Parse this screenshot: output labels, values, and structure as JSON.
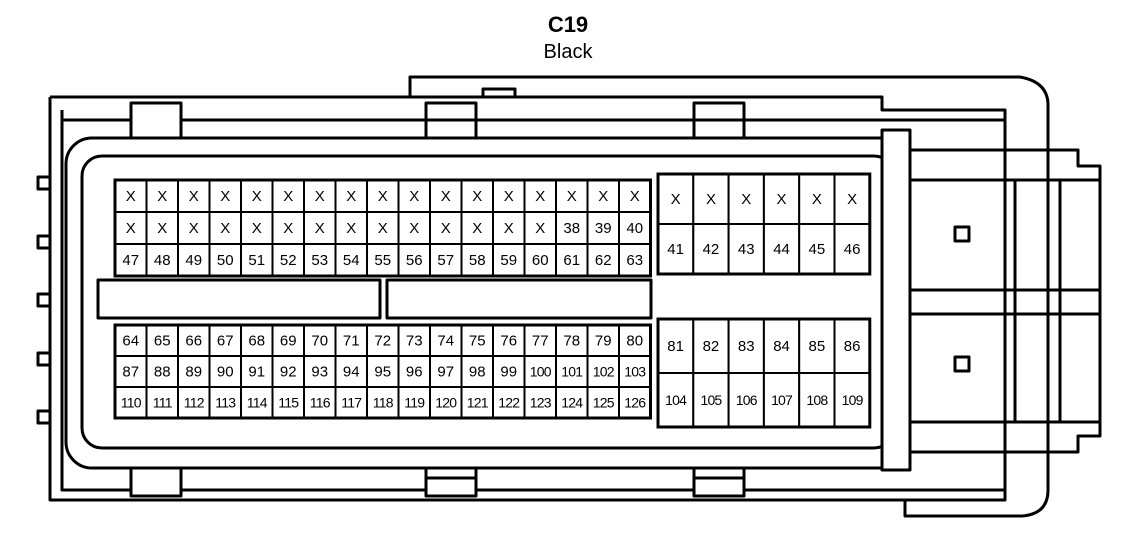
{
  "connector": {
    "title": "C19",
    "subtitle": "Black"
  },
  "blocks": {
    "upper_left": [
      [
        "X",
        "X",
        "X",
        "X",
        "X",
        "X",
        "X",
        "X",
        "X",
        "X",
        "X",
        "X",
        "X",
        "X",
        "X",
        "X",
        "X"
      ],
      [
        "X",
        "X",
        "X",
        "X",
        "X",
        "X",
        "X",
        "X",
        "X",
        "X",
        "X",
        "X",
        "X",
        "X",
        "38",
        "39",
        "40"
      ],
      [
        "47",
        "48",
        "49",
        "50",
        "51",
        "52",
        "53",
        "54",
        "55",
        "56",
        "57",
        "58",
        "59",
        "60",
        "61",
        "62",
        "63"
      ]
    ],
    "upper_right": [
      [
        "X",
        "X",
        "X",
        "X",
        "X",
        "X"
      ],
      [
        "41",
        "42",
        "43",
        "44",
        "45",
        "46"
      ]
    ],
    "lower_left": [
      [
        "64",
        "65",
        "66",
        "67",
        "68",
        "69",
        "70",
        "71",
        "72",
        "73",
        "74",
        "75",
        "76",
        "77",
        "78",
        "79",
        "80"
      ],
      [
        "87",
        "88",
        "89",
        "90",
        "91",
        "92",
        "93",
        "94",
        "95",
        "96",
        "97",
        "98",
        "99",
        "100",
        "101",
        "102",
        "103"
      ],
      [
        "110",
        "111",
        "112",
        "113",
        "114",
        "115",
        "116",
        "117",
        "118",
        "119",
        "120",
        "121",
        "122",
        "123",
        "124",
        "125",
        "126"
      ]
    ],
    "lower_right": [
      [
        "81",
        "82",
        "83",
        "84",
        "85",
        "86"
      ],
      [
        "104",
        "105",
        "106",
        "107",
        "108",
        "109"
      ]
    ]
  },
  "colors": {
    "line": "#000000",
    "background": "#ffffff"
  }
}
